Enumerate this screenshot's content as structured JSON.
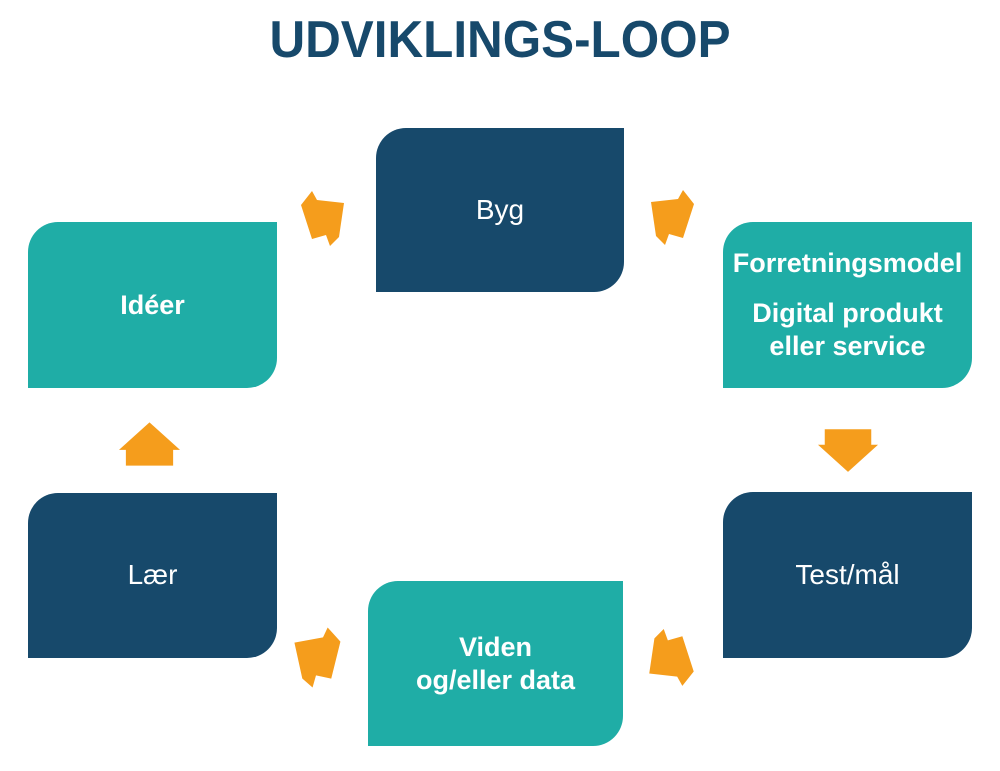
{
  "title": "UDVIKLINGS-LOOP",
  "palette": {
    "navy": "#17496B",
    "teal": "#1FADA6",
    "orange": "#F59D1C",
    "background": "#FFFFFF",
    "text_on_box": "#FFFFFF"
  },
  "nodes": {
    "byg": {
      "label": "Byg",
      "color": "navy"
    },
    "forretningsmodel": {
      "heading": "Forretningsmodel",
      "line1": "Digital produkt",
      "line2": "eller service",
      "color": "teal"
    },
    "test_maal": {
      "label": "Test/mål",
      "color": "navy"
    },
    "viden": {
      "line1": "Viden",
      "line2": "og/eller data",
      "color": "teal"
    },
    "laer": {
      "label": "Lær",
      "color": "navy"
    },
    "ideer": {
      "label": "Idéer",
      "color": "teal"
    }
  },
  "arrows": [
    {
      "from": "ideer",
      "to": "byg",
      "direction": "up-right"
    },
    {
      "from": "byg",
      "to": "forretningsmodel",
      "direction": "down-right"
    },
    {
      "from": "forretningsmodel",
      "to": "test_maal",
      "direction": "down"
    },
    {
      "from": "test_maal",
      "to": "viden",
      "direction": "down-left"
    },
    {
      "from": "viden",
      "to": "laer",
      "direction": "up-left"
    },
    {
      "from": "laer",
      "to": "ideer",
      "direction": "up"
    }
  ]
}
